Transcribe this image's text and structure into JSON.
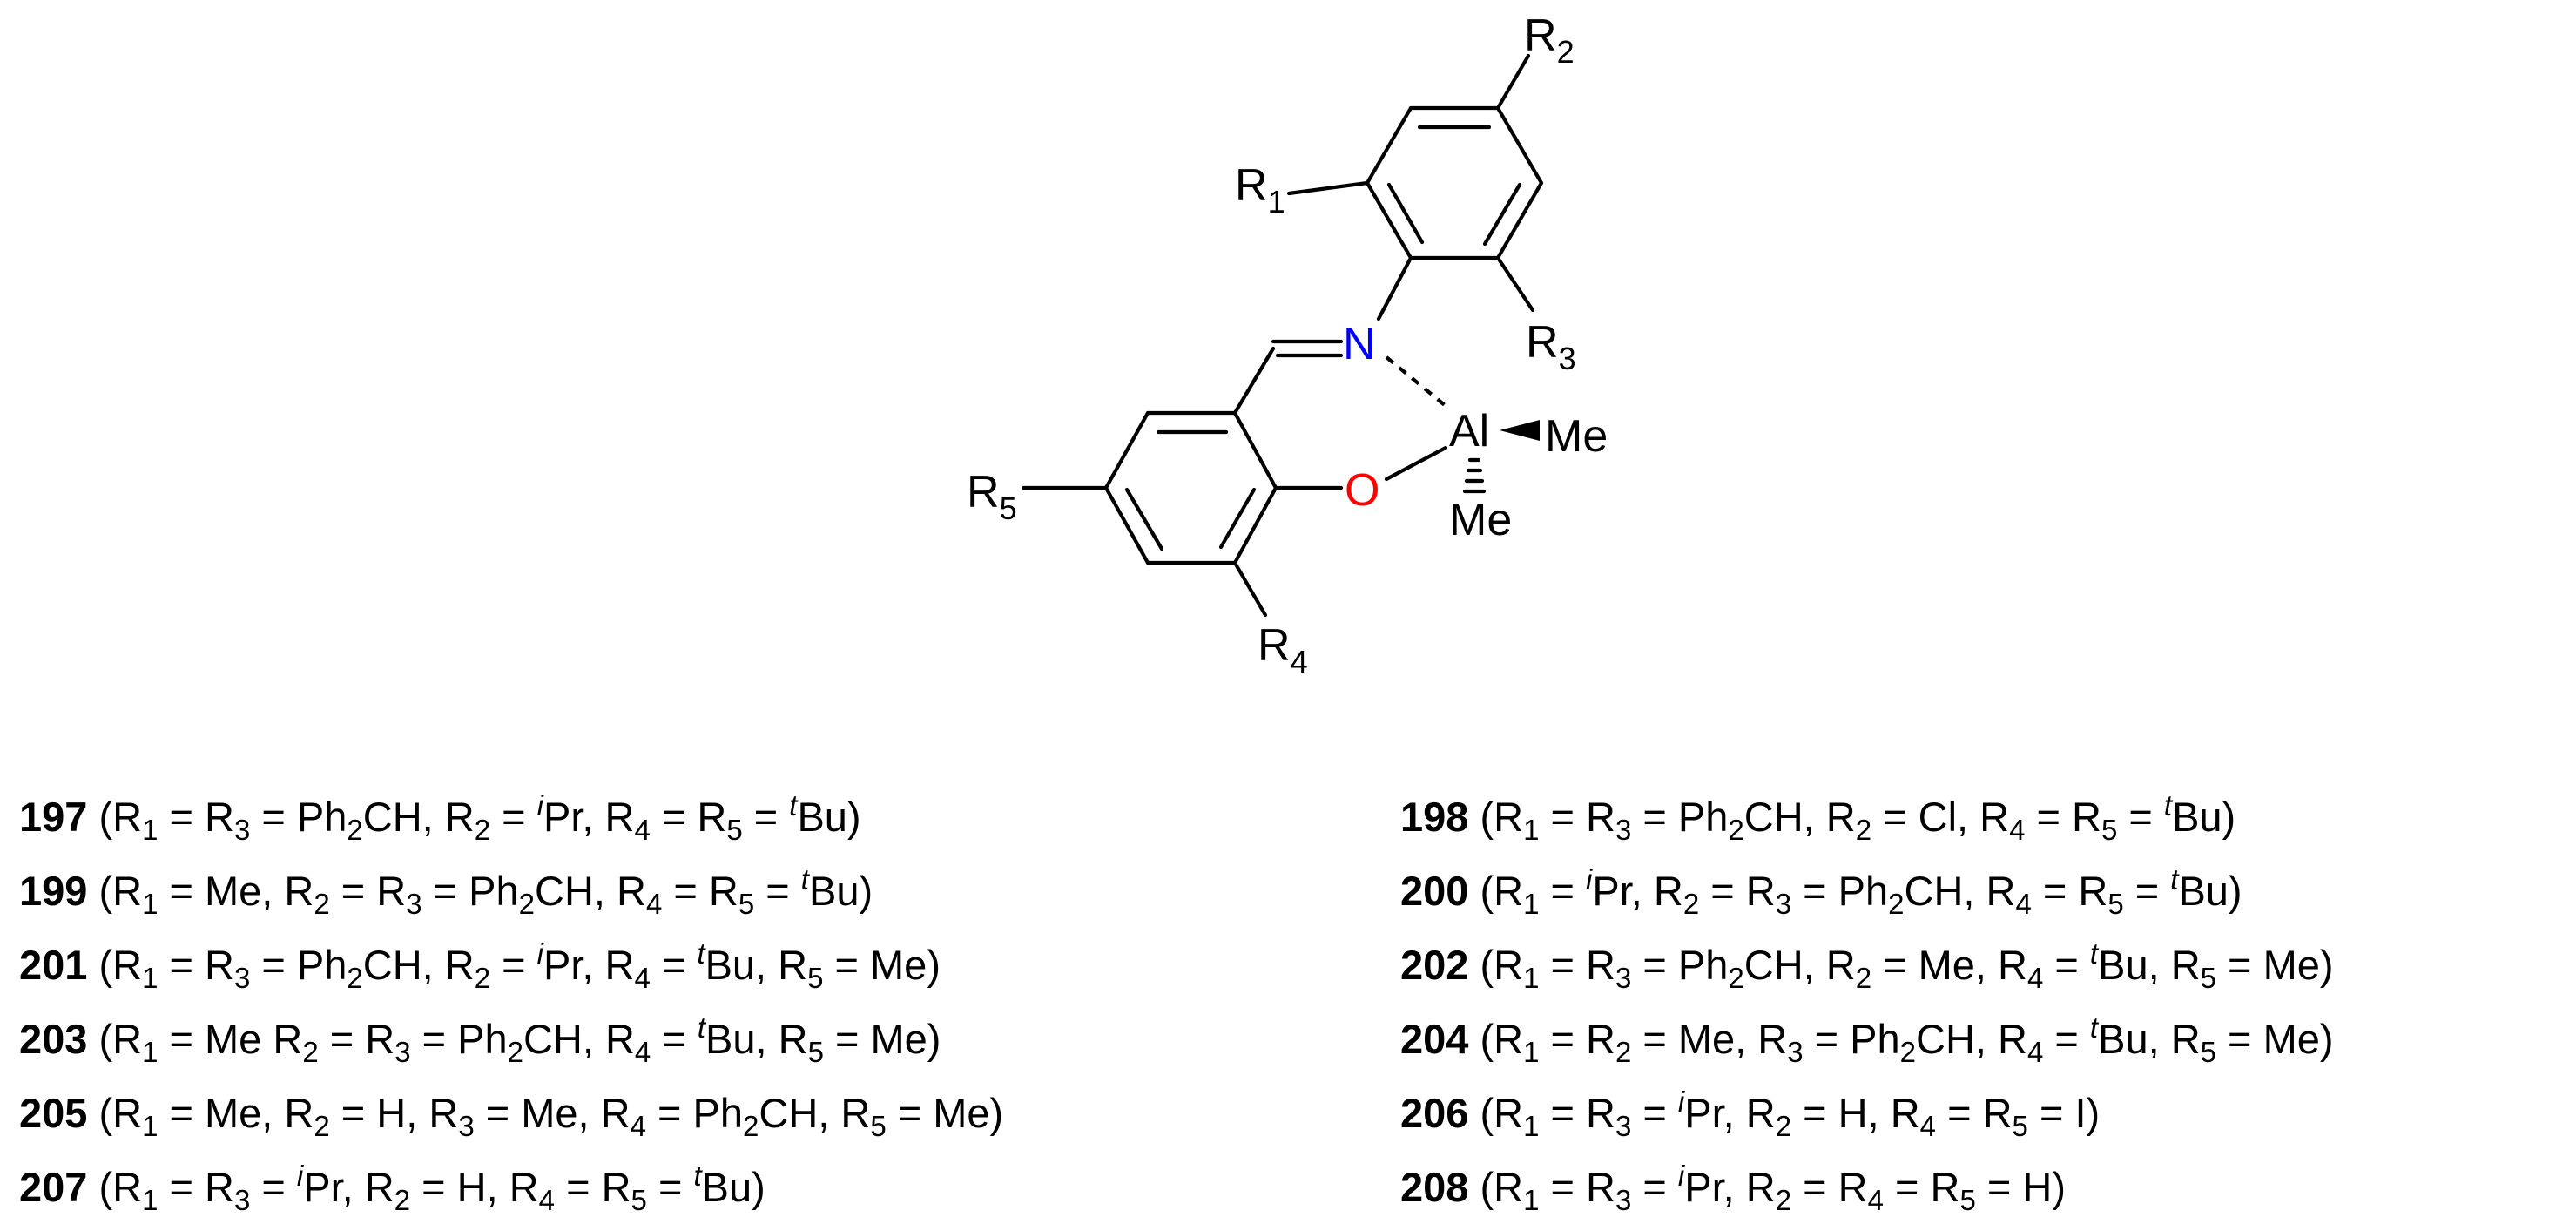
{
  "structure": {
    "atoms": {
      "N": {
        "label": "N",
        "color": "#0000ff"
      },
      "O": {
        "label": "O",
        "color": "#ff0000"
      },
      "Al": {
        "label": "Al",
        "color": "#000000"
      },
      "Me_right": {
        "label": "Me"
      },
      "Me_down": {
        "label": "Me"
      }
    },
    "substituents": {
      "R1": {
        "base": "R",
        "sub": "1"
      },
      "R2": {
        "base": "R",
        "sub": "2"
      },
      "R3": {
        "base": "R",
        "sub": "3"
      },
      "R4": {
        "base": "R",
        "sub": "4"
      },
      "R5": {
        "base": "R",
        "sub": "5"
      }
    }
  },
  "compounds": [
    {
      "id": "197",
      "segments": [
        {
          "t": "("
        },
        {
          "t": "R"
        },
        {
          "sub": "1"
        },
        {
          "t": " = R"
        },
        {
          "sub": "3"
        },
        {
          "t": " = Ph"
        },
        {
          "sub": "2"
        },
        {
          "t": "CH, R"
        },
        {
          "sub": "2"
        },
        {
          "t": " = "
        },
        {
          "sup": "i"
        },
        {
          "t": "Pr, R"
        },
        {
          "sub": "4"
        },
        {
          "t": " = R"
        },
        {
          "sub": "5"
        },
        {
          "t": " = "
        },
        {
          "sup": "t"
        },
        {
          "t": "Bu)"
        }
      ]
    },
    {
      "id": "198",
      "segments": [
        {
          "t": "("
        },
        {
          "t": "R"
        },
        {
          "sub": "1"
        },
        {
          "t": " = R"
        },
        {
          "sub": "3"
        },
        {
          "t": " = Ph"
        },
        {
          "sub": "2"
        },
        {
          "t": "CH, R"
        },
        {
          "sub": "2"
        },
        {
          "t": " = Cl, R"
        },
        {
          "sub": "4"
        },
        {
          "t": " = R"
        },
        {
          "sub": "5"
        },
        {
          "t": " = "
        },
        {
          "sup": "t"
        },
        {
          "t": "Bu)"
        }
      ]
    },
    {
      "id": "199",
      "segments": [
        {
          "t": "("
        },
        {
          "t": "R"
        },
        {
          "sub": "1"
        },
        {
          "t": " = Me, R"
        },
        {
          "sub": "2"
        },
        {
          "t": " = R"
        },
        {
          "sub": "3"
        },
        {
          "t": " = Ph"
        },
        {
          "sub": "2"
        },
        {
          "t": "CH, R"
        },
        {
          "sub": "4"
        },
        {
          "t": " = R"
        },
        {
          "sub": "5"
        },
        {
          "t": " = "
        },
        {
          "sup": "t"
        },
        {
          "t": "Bu)"
        }
      ]
    },
    {
      "id": "200",
      "segments": [
        {
          "t": "("
        },
        {
          "t": "R"
        },
        {
          "sub": "1"
        },
        {
          "t": " = "
        },
        {
          "sup": "i"
        },
        {
          "t": "Pr, R"
        },
        {
          "sub": "2"
        },
        {
          "t": " = R"
        },
        {
          "sub": "3"
        },
        {
          "t": " = Ph"
        },
        {
          "sub": "2"
        },
        {
          "t": "CH, R"
        },
        {
          "sub": "4"
        },
        {
          "t": " = R"
        },
        {
          "sub": "5"
        },
        {
          "t": " = "
        },
        {
          "sup": "t"
        },
        {
          "t": "Bu)"
        }
      ]
    },
    {
      "id": "201",
      "segments": [
        {
          "t": "("
        },
        {
          "t": "R"
        },
        {
          "sub": "1"
        },
        {
          "t": " = R"
        },
        {
          "sub": "3"
        },
        {
          "t": " = Ph"
        },
        {
          "sub": "2"
        },
        {
          "t": "CH, R"
        },
        {
          "sub": "2"
        },
        {
          "t": " = "
        },
        {
          "sup": "i"
        },
        {
          "t": "Pr, R"
        },
        {
          "sub": "4"
        },
        {
          "t": " = "
        },
        {
          "sup": "t"
        },
        {
          "t": "Bu, R"
        },
        {
          "sub": "5"
        },
        {
          "t": " = Me)"
        }
      ]
    },
    {
      "id": "202",
      "segments": [
        {
          "t": "("
        },
        {
          "t": "R"
        },
        {
          "sub": "1"
        },
        {
          "t": " = R"
        },
        {
          "sub": "3"
        },
        {
          "t": " = Ph"
        },
        {
          "sub": "2"
        },
        {
          "t": "CH, R"
        },
        {
          "sub": "2"
        },
        {
          "t": " = Me, R"
        },
        {
          "sub": "4"
        },
        {
          "t": " = "
        },
        {
          "sup": "t"
        },
        {
          "t": "Bu, R"
        },
        {
          "sub": "5"
        },
        {
          "t": " = Me)"
        }
      ]
    },
    {
      "id": "203",
      "segments": [
        {
          "t": "("
        },
        {
          "t": "R"
        },
        {
          "sub": "1"
        },
        {
          "t": " = Me R"
        },
        {
          "sub": "2"
        },
        {
          "t": " = R"
        },
        {
          "sub": "3"
        },
        {
          "t": " = Ph"
        },
        {
          "sub": "2"
        },
        {
          "t": "CH, R"
        },
        {
          "sub": "4"
        },
        {
          "t": " = "
        },
        {
          "sup": "t"
        },
        {
          "t": "Bu, R"
        },
        {
          "sub": "5"
        },
        {
          "t": " = Me)"
        }
      ]
    },
    {
      "id": "204",
      "segments": [
        {
          "t": "("
        },
        {
          "t": "R"
        },
        {
          "sub": "1"
        },
        {
          "t": " = R"
        },
        {
          "sub": "2"
        },
        {
          "t": " = Me, R"
        },
        {
          "sub": "3"
        },
        {
          "t": " = Ph"
        },
        {
          "sub": "2"
        },
        {
          "t": "CH, R"
        },
        {
          "sub": "4"
        },
        {
          "t": " = "
        },
        {
          "sup": "t"
        },
        {
          "t": "Bu, R"
        },
        {
          "sub": "5"
        },
        {
          "t": " = Me)"
        }
      ]
    },
    {
      "id": "205",
      "segments": [
        {
          "t": "("
        },
        {
          "t": "R"
        },
        {
          "sub": "1"
        },
        {
          "t": " = Me, R"
        },
        {
          "sub": "2"
        },
        {
          "t": " = H, R"
        },
        {
          "sub": "3"
        },
        {
          "t": " = Me, R"
        },
        {
          "sub": "4"
        },
        {
          "t": " = Ph"
        },
        {
          "sub": "2"
        },
        {
          "t": "CH, R"
        },
        {
          "sub": "5"
        },
        {
          "t": " = Me)"
        }
      ]
    },
    {
      "id": "206",
      "segments": [
        {
          "t": "("
        },
        {
          "t": "R"
        },
        {
          "sub": "1"
        },
        {
          "t": " = R"
        },
        {
          "sub": "3"
        },
        {
          "t": " = "
        },
        {
          "sup": "i"
        },
        {
          "t": "Pr, R"
        },
        {
          "sub": "2"
        },
        {
          "t": " = H, R"
        },
        {
          "sub": "4"
        },
        {
          "t": " = R"
        },
        {
          "sub": "5"
        },
        {
          "t": " = I)"
        }
      ]
    },
    {
      "id": "207",
      "segments": [
        {
          "t": "("
        },
        {
          "t": "R"
        },
        {
          "sub": "1"
        },
        {
          "t": " = R"
        },
        {
          "sub": "3"
        },
        {
          "t": " = "
        },
        {
          "sup": "i"
        },
        {
          "t": "Pr, R"
        },
        {
          "sub": "2"
        },
        {
          "t": " = H, R"
        },
        {
          "sub": "4"
        },
        {
          "t": " = R"
        },
        {
          "sub": "5"
        },
        {
          "t": " = "
        },
        {
          "sup": "t"
        },
        {
          "t": "Bu)"
        }
      ]
    },
    {
      "id": "208",
      "segments": [
        {
          "t": "("
        },
        {
          "t": "R"
        },
        {
          "sub": "1"
        },
        {
          "t": " = R"
        },
        {
          "sub": "3"
        },
        {
          "t": " = "
        },
        {
          "sup": "i"
        },
        {
          "t": "Pr, R"
        },
        {
          "sub": "2"
        },
        {
          "t": " = R"
        },
        {
          "sub": "4"
        },
        {
          "t": " = R"
        },
        {
          "sub": "5"
        },
        {
          "t": " = H)"
        }
      ]
    }
  ]
}
